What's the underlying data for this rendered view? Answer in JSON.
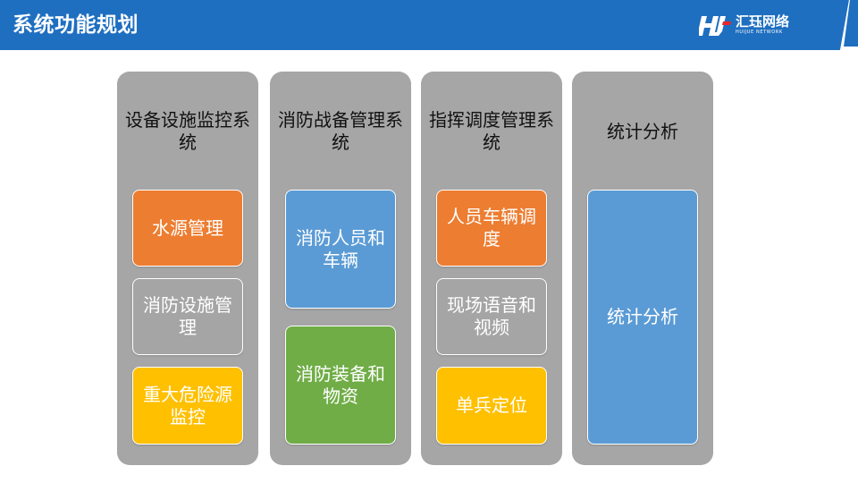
{
  "header": {
    "title": "系统功能规划",
    "logo_cn": "汇珏网络",
    "logo_en": "HUIJUE NETWORK"
  },
  "colors": {
    "header_blue": "#1f6fc0",
    "column_gray": "#a6a6a6",
    "orange": "#ed7d31",
    "gray": "#a5a5a5",
    "yellow": "#ffc000",
    "blue": "#5b9bd5",
    "green": "#70ad47"
  },
  "columns": [
    {
      "title": "设备设施监控系统",
      "items": [
        "水源管理",
        "消防设施管理",
        "重大危险源监控"
      ]
    },
    {
      "title": "消防战备管理系统",
      "items": [
        "消防人员和车辆",
        "消防装备和物资"
      ]
    },
    {
      "title": "指挥调度管理系统",
      "items": [
        "人员车辆调度",
        "现场语音和视频",
        "单兵定位"
      ]
    },
    {
      "title": "统计分析",
      "items": [
        "统计分析"
      ]
    }
  ]
}
